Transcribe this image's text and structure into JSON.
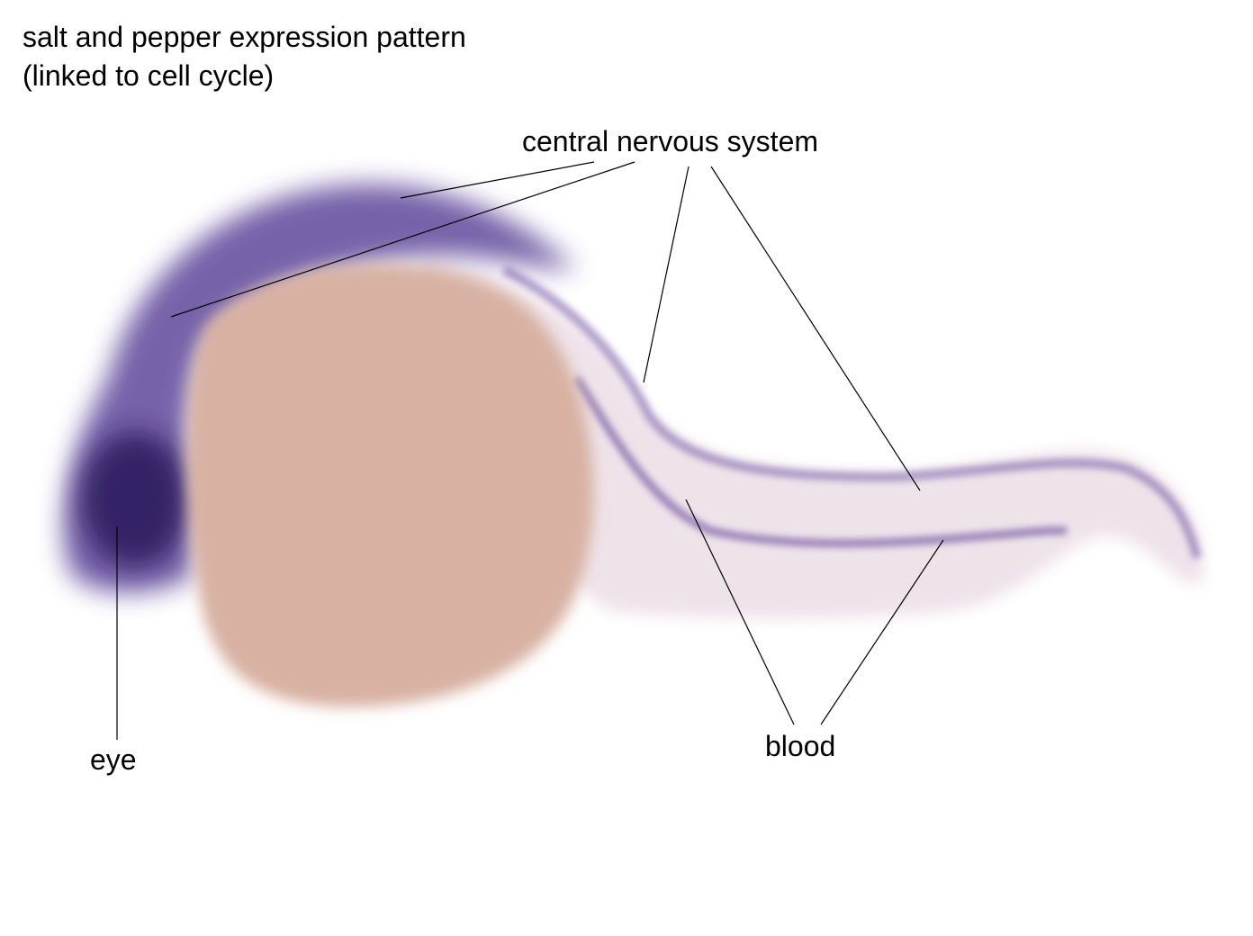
{
  "title": {
    "line1": "salt and pepper expression pattern",
    "line2": "(linked to cell cycle)"
  },
  "labels": {
    "cns": "central nervous system",
    "blood": "blood",
    "eye": "eye"
  },
  "colors": {
    "yolk": "#d8b1a2",
    "stain": "#4a2f80",
    "tissue": "#efe2ea",
    "line": "#000000"
  }
}
